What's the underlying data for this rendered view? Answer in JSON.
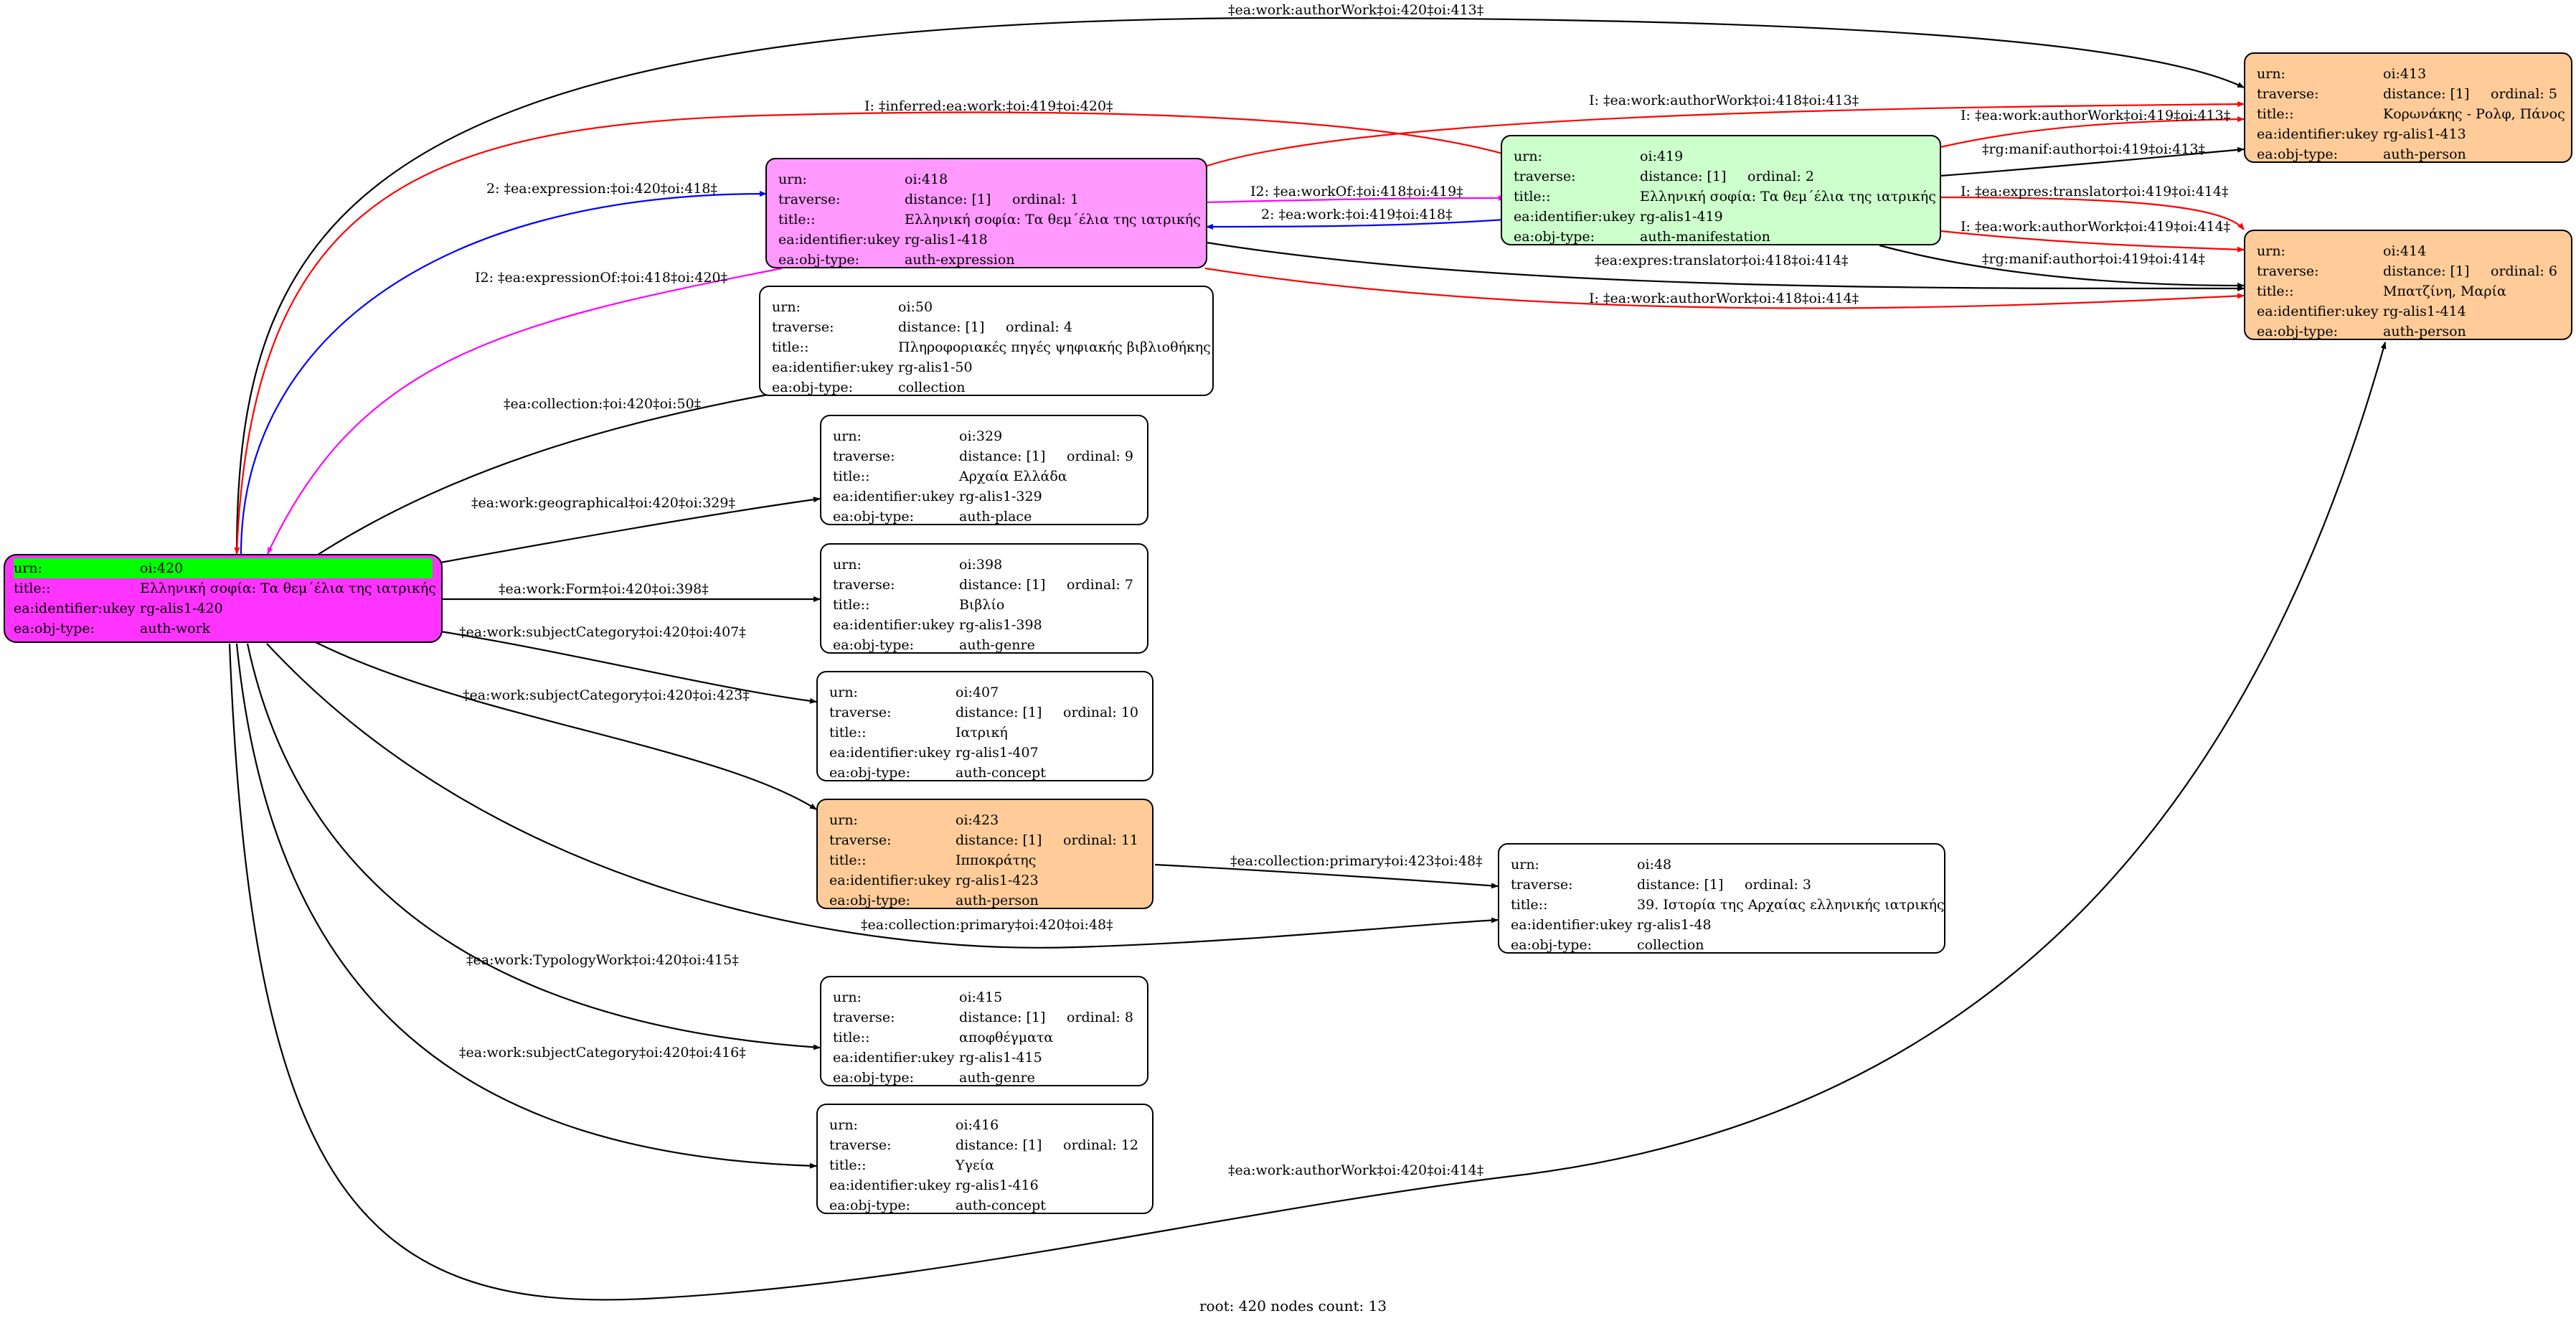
{
  "footer": "root: 420 nodes count: 13",
  "colors": {
    "work": "#ff33ff",
    "expression": "#ff99ff",
    "manifestation": "#ccffcc",
    "person": "#ffcc99",
    "plain": "#ffffff",
    "root_highlight": "#00ff00",
    "edge_default": "#000000",
    "edge_inferred": "#ff0000",
    "edge_expression": "#0000ff",
    "edge_expression_of": "#ff00ff"
  },
  "nodes": {
    "n420": {
      "urn": "oi:420",
      "title": "Ελληνική σοφία: Τα θεμ΄έλια της ιατρικής",
      "ukey": "rg-alis1-420",
      "objtype": "auth-work"
    },
    "n418": {
      "urn": "oi:418",
      "distance": "distance: [1]",
      "ordinal": "ordinal: 1",
      "title": "Ελληνική σοφία: Τα θεμ΄έλια της ιατρικής",
      "ukey": "rg-alis1-418",
      "objtype": "auth-expression"
    },
    "n419": {
      "urn": "oi:419",
      "distance": "distance: [1]",
      "ordinal": "ordinal: 2",
      "title": "Ελληνική σοφία: Τα θεμ΄έλια της ιατρικής",
      "ukey": "rg-alis1-419",
      "objtype": "auth-manifestation"
    },
    "n413": {
      "urn": "oi:413",
      "distance": "distance: [1]",
      "ordinal": "ordinal: 5",
      "title": "Κορωνάκης - Ρολφ, Πάνος",
      "ukey": "rg-alis1-413",
      "objtype": "auth-person"
    },
    "n414": {
      "urn": "oi:414",
      "distance": "distance: [1]",
      "ordinal": "ordinal: 6",
      "title": "Μπατζίνη, Μαρία",
      "ukey": "rg-alis1-414",
      "objtype": "auth-person"
    },
    "n50": {
      "urn": "oi:50",
      "distance": "distance: [1]",
      "ordinal": "ordinal: 4",
      "title": "Πληροφοριακές πηγές ψηφιακής βιβλιοθήκης",
      "ukey": "rg-alis1-50",
      "objtype": "collection"
    },
    "n329": {
      "urn": "oi:329",
      "distance": "distance: [1]",
      "ordinal": "ordinal: 9",
      "title": "Αρχαία Ελλάδα",
      "ukey": "rg-alis1-329",
      "objtype": "auth-place"
    },
    "n398": {
      "urn": "oi:398",
      "distance": "distance: [1]",
      "ordinal": "ordinal: 7",
      "title": "Βιβλίο",
      "ukey": "rg-alis1-398",
      "objtype": "auth-genre"
    },
    "n407": {
      "urn": "oi:407",
      "distance": "distance: [1]",
      "ordinal": "ordinal: 10",
      "title": "Ιατρική",
      "ukey": "rg-alis1-407",
      "objtype": "auth-concept"
    },
    "n423": {
      "urn": "oi:423",
      "distance": "distance: [1]",
      "ordinal": "ordinal: 11",
      "title": "Ιπποκράτης",
      "ukey": "rg-alis1-423",
      "objtype": "auth-person"
    },
    "n48": {
      "urn": "oi:48",
      "distance": "distance: [1]",
      "ordinal": "ordinal: 3",
      "title": "39. Ιστορία της Αρχαίας ελληνικής ιατρικής",
      "ukey": "rg-alis1-48",
      "objtype": "collection"
    },
    "n415": {
      "urn": "oi:415",
      "distance": "distance: [1]",
      "ordinal": "ordinal: 8",
      "title": "αποφθέγματα",
      "ukey": "rg-alis1-415",
      "objtype": "auth-genre"
    },
    "n416": {
      "urn": "oi:416",
      "distance": "distance: [1]",
      "ordinal": "ordinal: 12",
      "title": "Υγεία",
      "ukey": "rg-alis1-416",
      "objtype": "auth-concept"
    }
  },
  "keys": {
    "urn": "urn:",
    "traverse": "traverse:",
    "title": "title::",
    "ukey": "ea:identifier:ukey",
    "objtype": "ea:obj-type:"
  },
  "edges": {
    "e1": "‡ea:work:authorWork‡oi:420‡oi:413‡",
    "e2": "I: ‡inferred:ea:work:‡oi:419‡oi:420‡",
    "e3": "I: ‡ea:work:authorWork‡oi:418‡oi:413‡",
    "e4": "I: ‡ea:work:authorWork‡oi:419‡oi:413‡",
    "e5": "‡rg:manif:author‡oi:419‡oi:413‡",
    "e6": "2: ‡ea:expression:‡oi:420‡oi:418‡",
    "e7": "I2: ‡ea:workOf:‡oi:418‡oi:419‡",
    "e8": "2: ‡ea:work:‡oi:419‡oi:418‡",
    "e9": "I: ‡ea:expres:translator‡oi:419‡oi:414‡",
    "e10": "I: ‡ea:work:authorWork‡oi:419‡oi:414‡",
    "e11": "‡ea:expres:translator‡oi:418‡oi:414‡",
    "e12": "‡rg:manif:author‡oi:419‡oi:414‡",
    "e13": "I2: ‡ea:expressionOf:‡oi:418‡oi:420‡",
    "e14": "I: ‡ea:work:authorWork‡oi:418‡oi:414‡",
    "e15": "‡ea:collection:‡oi:420‡oi:50‡",
    "e16": "‡ea:work:geographical‡oi:420‡oi:329‡",
    "e17": "‡ea:work:Form‡oi:420‡oi:398‡",
    "e18": "‡ea:work:subjectCategory‡oi:420‡oi:407‡",
    "e19": "‡ea:work:subjectCategory‡oi:420‡oi:423‡",
    "e20": "‡ea:collection:primary‡oi:423‡oi:48‡",
    "e21": "‡ea:collection:primary‡oi:420‡oi:48‡",
    "e22": "‡ea:work:TypologyWork‡oi:420‡oi:415‡",
    "e23": "‡ea:work:subjectCategory‡oi:420‡oi:416‡",
    "e24": "‡ea:work:authorWork‡oi:420‡oi:414‡"
  }
}
